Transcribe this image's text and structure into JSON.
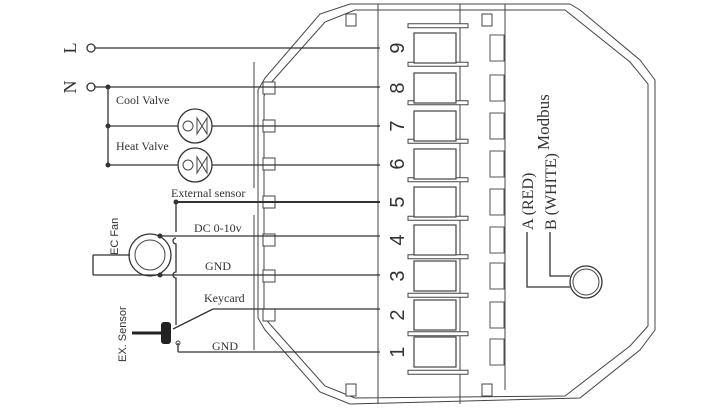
{
  "terminals": {
    "power": {
      "L": "L",
      "N": "N"
    },
    "numbers": [
      "1",
      "2",
      "3",
      "4",
      "5",
      "6",
      "7",
      "8",
      "9"
    ]
  },
  "labels": {
    "cool_valve": "Cool Valve",
    "heat_valve": "Heat Valve",
    "external_sensor": "External sensor",
    "dc": "DC 0-10v",
    "gnd1": "GND",
    "keycard": "Keycard",
    "gnd2": "GND",
    "ec_fan": "EC Fan",
    "ex_sensor": "EX. Sensor",
    "modbus": "Modbus",
    "a_red": "A (RED)",
    "b_white": "B (WHITE)"
  }
}
